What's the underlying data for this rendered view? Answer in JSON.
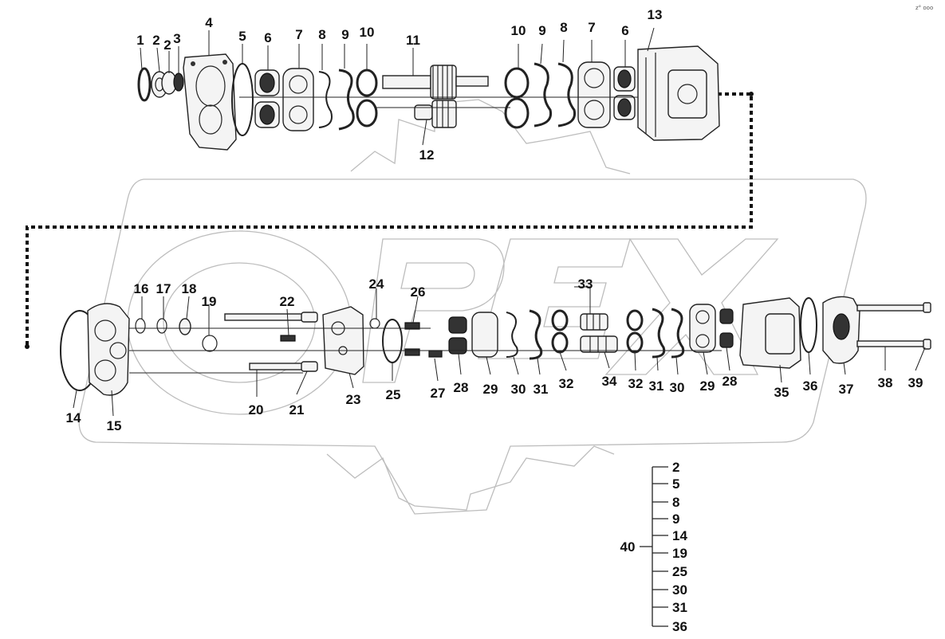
{
  "watermark": "OREX",
  "corner_code": "z° ooo",
  "top_assembly": {
    "labels": [
      "1",
      "2",
      "2",
      "3",
      "4",
      "5",
      "6",
      "7",
      "8",
      "9",
      "10",
      "11",
      "10",
      "9",
      "8",
      "7",
      "6",
      "13",
      "12"
    ]
  },
  "bottom_assembly": {
    "labels": [
      "16",
      "17",
      "18",
      "19",
      "22",
      "24",
      "26",
      "33",
      "14",
      "15",
      "20",
      "21",
      "23",
      "25",
      "27",
      "28",
      "29",
      "30",
      "31",
      "32",
      "34",
      "32",
      "31",
      "30",
      "29",
      "28",
      "35",
      "36",
      "37",
      "38",
      "39"
    ]
  },
  "kit": {
    "label": "40",
    "items": [
      "2",
      "5",
      "8",
      "9",
      "14",
      "19",
      "25",
      "30",
      "31",
      "36"
    ]
  }
}
